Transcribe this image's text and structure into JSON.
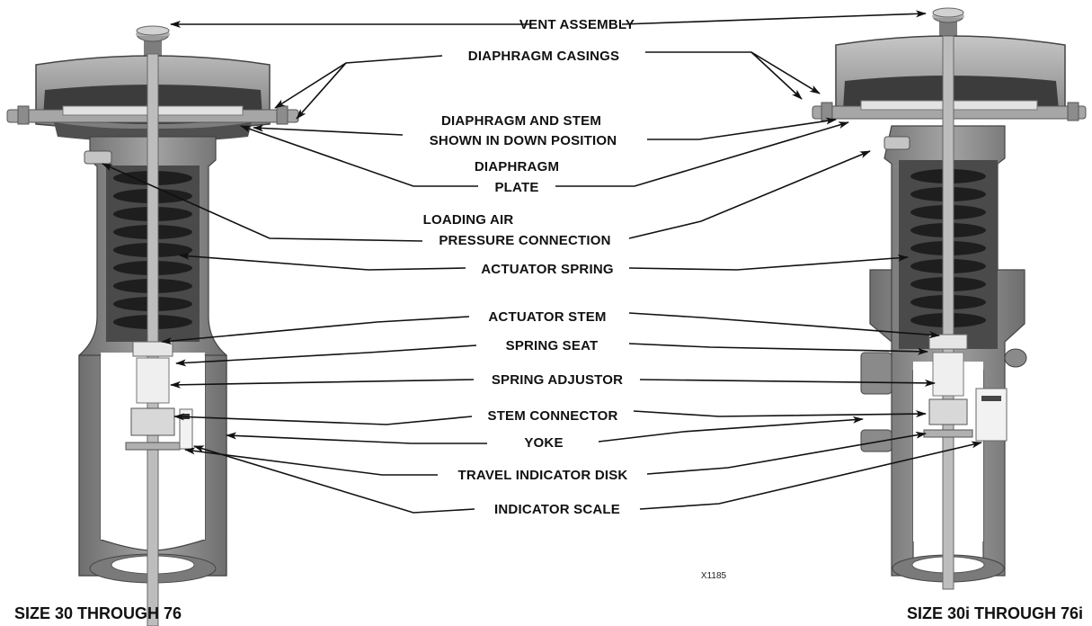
{
  "labels": {
    "vent_assembly": "VENT ASSEMBLY",
    "diaphragm_casings": "DIAPHRAGM CASINGS",
    "diaphragm_and_stem_1": "DIAPHRAGM AND STEM",
    "diaphragm_and_stem_2": "SHOWN IN DOWN POSITION",
    "diaphragm_plate_1": "DIAPHRAGM",
    "diaphragm_plate_2": "PLATE",
    "loading_air_1": "LOADING AIR",
    "loading_air_2": "PRESSURE CONNECTION",
    "actuator_spring": "ACTUATOR SPRING",
    "actuator_stem": "ACTUATOR STEM",
    "spring_seat": "SPRING SEAT",
    "spring_adjustor": "SPRING ADJUSTOR",
    "stem_connector": "STEM CONNECTOR",
    "yoke": "YOKE",
    "travel_indicator_disk": "TRAVEL INDICATOR DISK",
    "indicator_scale": "INDICATOR SCALE"
  },
  "captions": {
    "left": "SIZE 30 THROUGH 76",
    "right": "SIZE 30i THROUGH 76i"
  },
  "drawing_code": "X1185",
  "colors": {
    "casting": "#8a8a8a",
    "casting_dark": "#5a5a5a",
    "casing_inner": "#3c3c3c",
    "spring": "#1e1e1e",
    "chamber": "#4a4a4a",
    "light_metal": "#dcdcdc",
    "line": "#111111"
  }
}
